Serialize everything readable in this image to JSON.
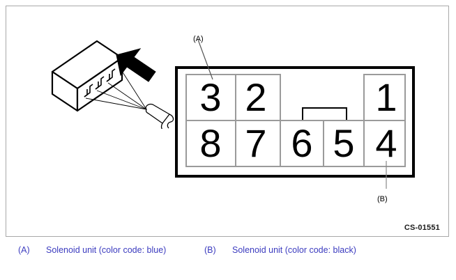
{
  "figure": {
    "code": "CS-01551",
    "callouts": [
      {
        "key": "(A)",
        "target_pin": "3"
      },
      {
        "key": "(B)",
        "target_pin": "4"
      }
    ]
  },
  "connector": {
    "title": "connector-pin-layout",
    "rows": [
      {
        "name": "top-row",
        "cells": [
          {
            "pin": "3",
            "visible": true
          },
          {
            "pin": "2",
            "visible": true
          },
          {
            "pin": "",
            "visible": false
          },
          {
            "pin": "",
            "visible": false
          },
          {
            "pin": "1",
            "visible": true
          }
        ]
      },
      {
        "name": "bottom-row",
        "cells": [
          {
            "pin": "8",
            "visible": true
          },
          {
            "pin": "7",
            "visible": true
          },
          {
            "pin": "6",
            "visible": true
          },
          {
            "pin": "5",
            "visible": true
          },
          {
            "pin": "4",
            "visible": true
          }
        ]
      }
    ]
  },
  "legend": {
    "entries": [
      {
        "key": "(A)",
        "text": "Solenoid unit (color code: blue)"
      },
      {
        "key": "(B)",
        "text": "Solenoid unit (color code: black)"
      }
    ]
  },
  "colors": {
    "legend_text": "#3b3bbf",
    "frame_border": "#a8a8a8",
    "cell_border": "#9a9a9a",
    "outline": "#000000"
  },
  "icons": {
    "direction_arrow": "arrow-up-left-icon",
    "connector_body": "connector-housing-icon",
    "wire_harness": "wire-harness-icon"
  }
}
